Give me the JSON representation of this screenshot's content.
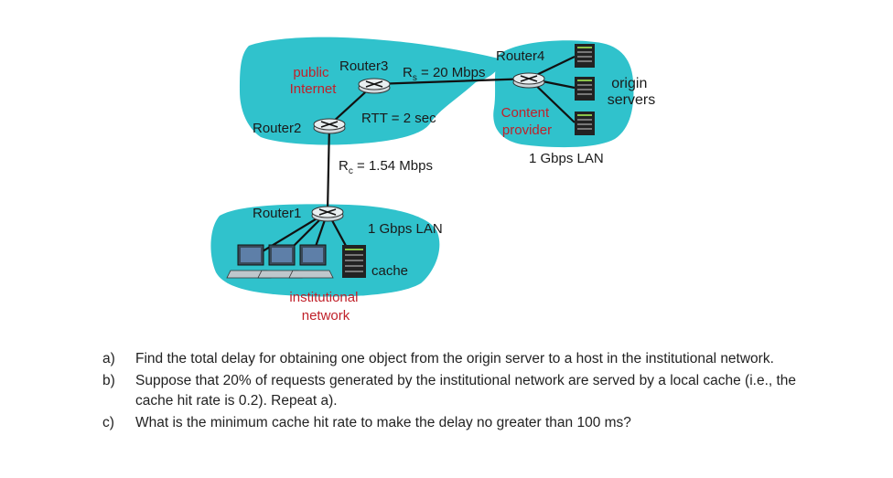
{
  "diagram": {
    "public_internet": "public\nInternet",
    "router1": "Router1",
    "router2": "Router2",
    "router3": "Router3",
    "router4": "Router4",
    "rs_link_symbol": "R",
    "rs_link_subscript": "s",
    "rs_link_value": " = 20 Mbps",
    "rtt": "RTT = 2 sec",
    "rc_link_symbol": "R",
    "rc_link_subscript": "c",
    "rc_link_value": " = 1.54 Mbps",
    "content_provider": "Content\nprovider",
    "origin_servers": "origin\nservers",
    "provider_lan": "1 Gbps LAN",
    "institutional_lan": "1 Gbps LAN",
    "cache": "cache",
    "institutional_network": "institutional\nnetwork",
    "colors": {
      "cloud": "#30c2cc",
      "red_label": "#c0212a",
      "text": "#1a1a1a"
    }
  },
  "questions": [
    {
      "label": "a)",
      "text": "Find the total delay for obtaining one object from the origin server to a host in the institutional network."
    },
    {
      "label": "b)",
      "text": "Suppose that 20% of requests generated by the institutional network are served by a local cache (i.e., the cache hit rate is 0.2). Repeat a)."
    },
    {
      "label": "c)",
      "text": "What is the minimum cache hit rate to make the delay no greater than 100 ms?"
    }
  ]
}
